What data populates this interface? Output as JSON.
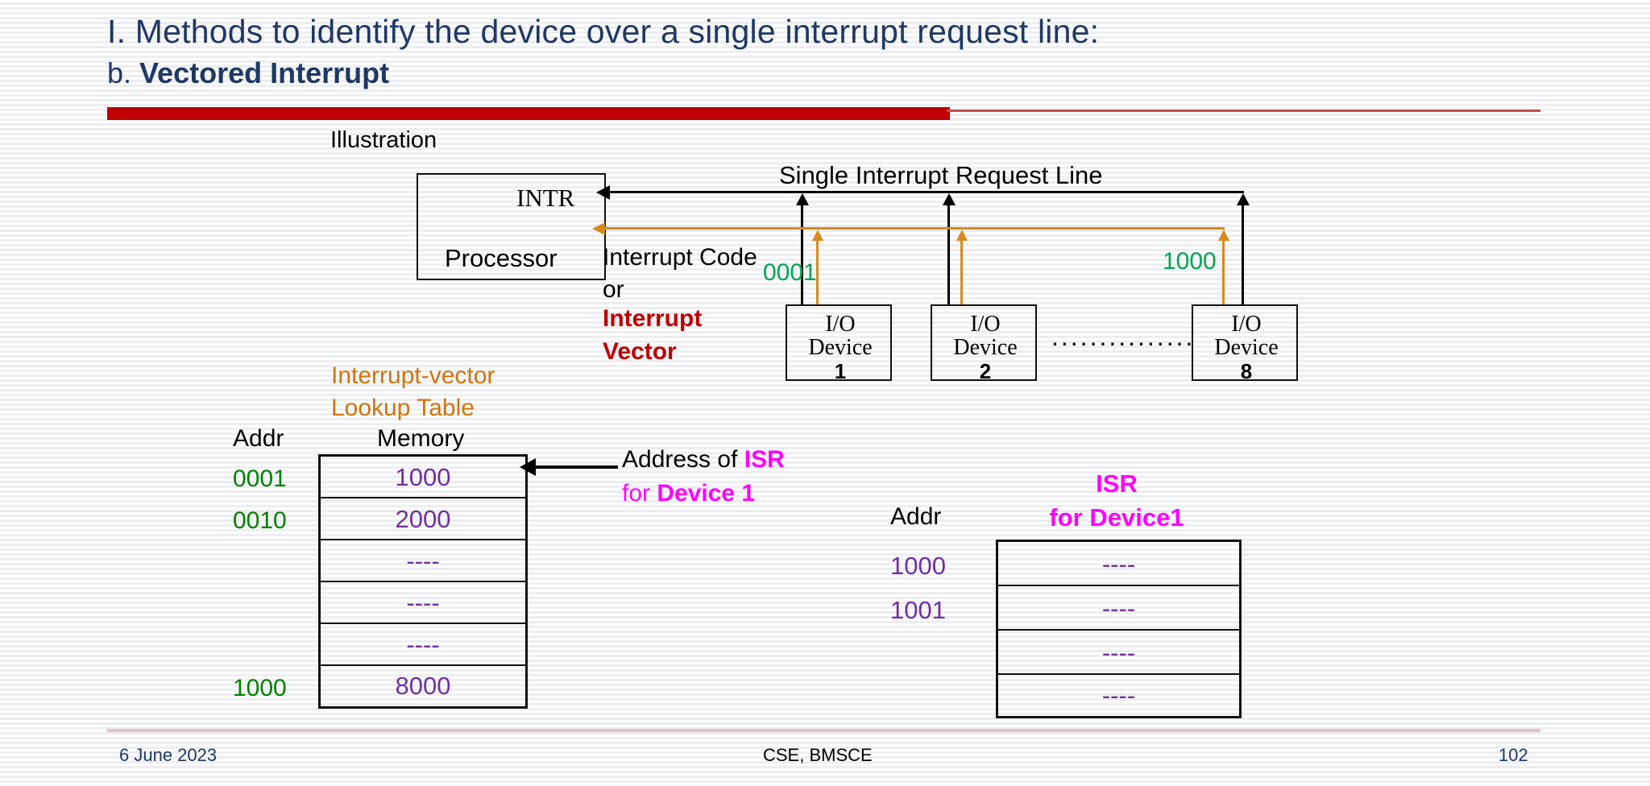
{
  "slide": {
    "title_line1": "I. Methods to identify the device over a single interrupt request line:",
    "title_line2_prefix": "b. ",
    "title_line2_bold": "Vectored Interrupt",
    "illustration_label": "Illustration",
    "accent_red": "#C00000",
    "accent_orange": "#D98A1E",
    "accent_green": "#008000",
    "accent_purple": "#7030A0",
    "accent_magenta": "#FF00FF",
    "title_color": "#1F3864"
  },
  "diagram": {
    "processor": {
      "intr_label": "INTR",
      "name": "Processor"
    },
    "bus_label": "Single Interrupt Request Line",
    "interrupt_code_line1": "Interrupt Code",
    "interrupt_code_line2": "or",
    "interrupt_vector_line1": "Interrupt",
    "interrupt_vector_line2": "Vector",
    "codes": [
      {
        "value": "0001",
        "device": "1"
      },
      {
        "value": "1000",
        "device": "8"
      }
    ],
    "devices": [
      {
        "line1": "I/O",
        "line2": "Device",
        "num": "1"
      },
      {
        "line1": "I/O",
        "line2": "Device",
        "num": "2"
      },
      {
        "line1": "I/O",
        "line2": "Device",
        "num": "8"
      }
    ],
    "ellipsis": "..............."
  },
  "lookup_table": {
    "caption_line1": "Interrupt-vector",
    "caption_line2": "Lookup Table",
    "addr_header": "Addr",
    "memory_header": "Memory",
    "rows": [
      {
        "addr": "0001",
        "value": "1000"
      },
      {
        "addr": "0010",
        "value": "2000"
      },
      {
        "addr": "",
        "value": "----"
      },
      {
        "addr": "",
        "value": "----"
      },
      {
        "addr": "",
        "value": "----"
      },
      {
        "addr": "1000",
        "value": "8000"
      }
    ]
  },
  "callout": {
    "line1_plain": "Address of ",
    "line1_accent": "ISR",
    "line2_plain": "for ",
    "line2_accent": "Device 1"
  },
  "isr_table": {
    "title_line1": "ISR",
    "title_line2": "for Device1",
    "addr_header": "Addr",
    "rows": [
      {
        "addr": "1000",
        "value": "----"
      },
      {
        "addr": "1001",
        "value": "----"
      },
      {
        "addr": "",
        "value": "----"
      },
      {
        "addr": "",
        "value": "----"
      }
    ]
  },
  "footer": {
    "date": "6 June 2023",
    "center": "CSE, BMSCE",
    "page": "102"
  }
}
